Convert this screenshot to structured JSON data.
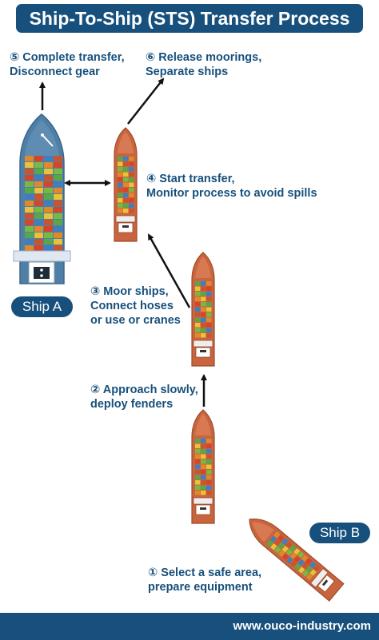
{
  "title": "Ship-To-Ship (STS) Transfer Process",
  "steps": {
    "s5": {
      "line1": "⑤ Complete transfer,",
      "line2": "Disconnect gear"
    },
    "s6": {
      "line1": "⑥ Release moorings,",
      "line2": "Separate ships"
    },
    "s4": {
      "line1": "④ Start transfer,",
      "line2": "Monitor process to avoid spills"
    },
    "s3": {
      "line1": "③ Moor ships,",
      "line2": "Connect hoses",
      "line3": "or use or cranes"
    },
    "s2": {
      "line1": "② Approach slowly,",
      "line2": "deploy fenders"
    },
    "s1": {
      "line1": "① Select a safe area,",
      "line2": "prepare equipment"
    }
  },
  "ships": {
    "a": "Ship A",
    "b": "Ship B"
  },
  "footer": "www.ouco-industry.com",
  "colors": {
    "brand": "#17507c",
    "ship_a_hull": "#4f7fa6",
    "ship_b_hull": "#c8643e",
    "arrow": "#111111"
  }
}
